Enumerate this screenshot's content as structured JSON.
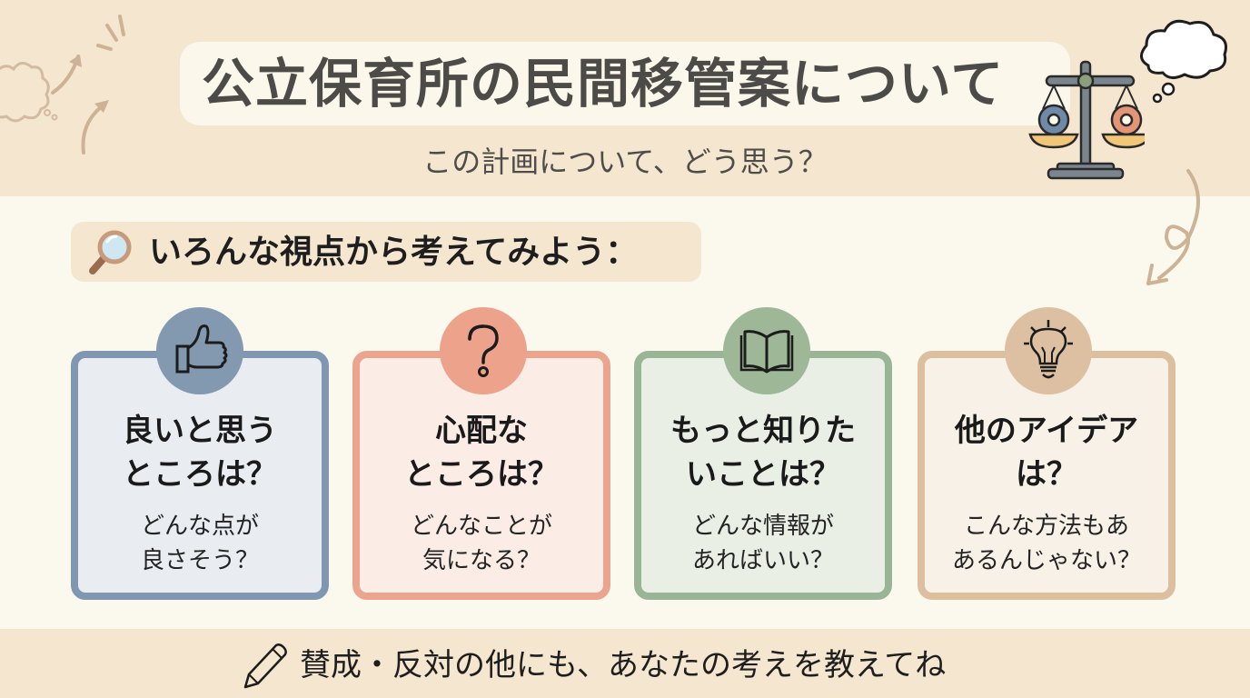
{
  "header": {
    "title": "公立保育所の民間移管案について",
    "subtitle": "この計画について、どう思う？"
  },
  "prompt": {
    "icon": "magnifier-icon",
    "text": "いろんな視点から考えてみよう："
  },
  "cards": [
    {
      "icon": "thumbs-up-icon",
      "title_line1": "良いと思う",
      "title_line2": "ところは？",
      "sub_line1": "どんな点が",
      "sub_line2": "良さそう？",
      "border_color": "#7f97b0",
      "circle_color": "#8399b0",
      "bg_color": "#e9edf2"
    },
    {
      "icon": "question-mark-icon",
      "title_line1": "心配な",
      "title_line2": "ところは？",
      "sub_line1": "どんなことが",
      "sub_line2": "気になる？",
      "border_color": "#eba58e",
      "circle_color": "#eda38b",
      "bg_color": "#fbece6"
    },
    {
      "icon": "open-book-icon",
      "title_line1": "もっと知りた",
      "title_line2": "いことは？",
      "sub_line1": "どんな情報が",
      "sub_line2": "あればいい？",
      "border_color": "#9ab595",
      "circle_color": "#9db797",
      "bg_color": "#e9efe5"
    },
    {
      "icon": "lightbulb-icon",
      "title_line1": "他のアイデア",
      "title_line2": "は？",
      "sub_line1": "こんな方法もあ",
      "sub_line2": "あるんじゃない？",
      "border_color": "#dcbf9e",
      "circle_color": "#dcc0a1",
      "bg_color": "#f8f1e8"
    }
  ],
  "footer": {
    "icon": "pencil-icon",
    "text": "賛成・反対の他にも、あなたの考えを教えてね"
  },
  "colors": {
    "header_bg": "#f5e6cf",
    "page_bg": "#fbf8ed",
    "title_text": "#4d4b48",
    "deco_brown": "#cdb296"
  }
}
